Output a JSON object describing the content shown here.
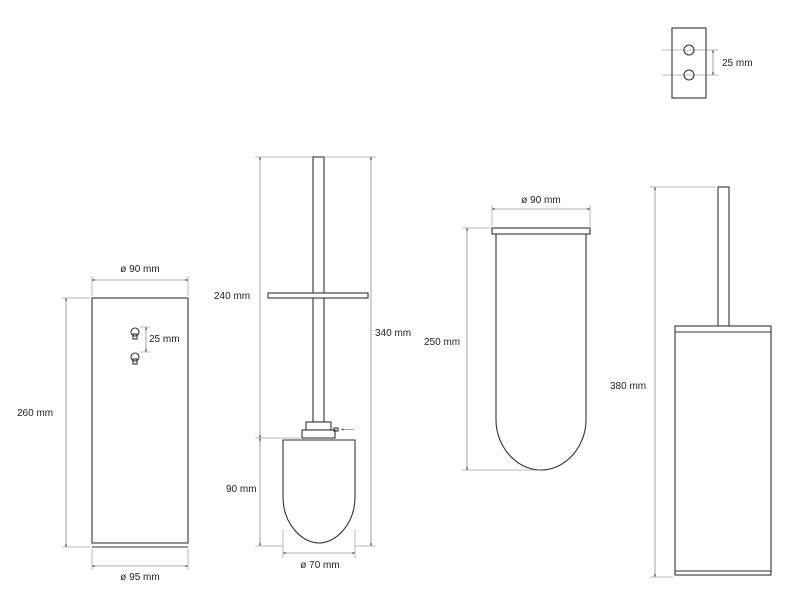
{
  "dimensions": {
    "mount_hole_spacing": "25 mm",
    "holder_top_diameter": "ø 90 mm",
    "holder_base_diameter": "ø 95 mm",
    "holder_height": "260 mm",
    "holder_keyhole_spacing": "25 mm",
    "brush_handle_length": "240 mm",
    "brush_total_length": "340 mm",
    "brush_head_height": "90 mm",
    "brush_head_diameter": "ø 70 mm",
    "insert_diameter": "ø 90 mm",
    "insert_height": "250 mm",
    "assembly_height": "380 mm"
  },
  "colors": {
    "outline": "#333333",
    "dimension_line": "#666666",
    "text": "#222222"
  }
}
